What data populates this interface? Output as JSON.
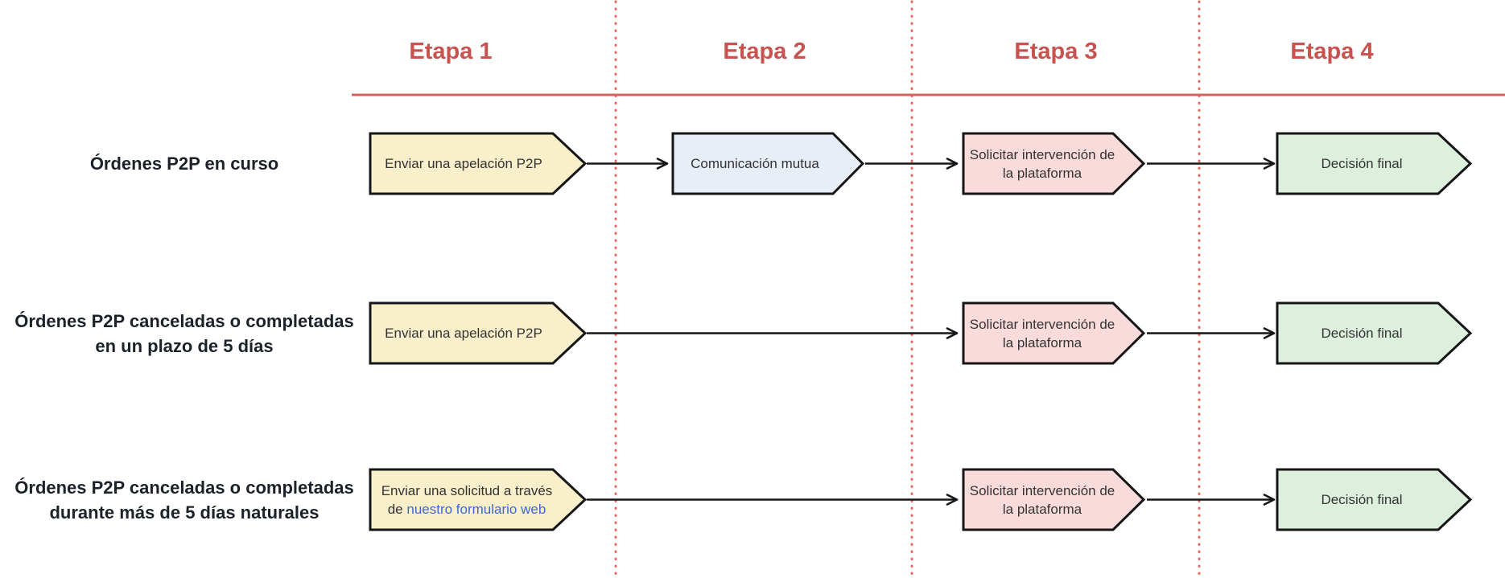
{
  "colors": {
    "background": "#ffffff",
    "stage_header_text": "#c8524e",
    "header_rule": "#d4635d",
    "column_divider_dots": "#e8685f",
    "box_border": "#161616",
    "arrow": "#161616",
    "stage1_box_fill": "#f9efcb",
    "stage2_box_fill": "#e8eef8",
    "stage3_box_fill": "#fadbdc",
    "stage4_box_fill": "#ddf0de",
    "box_text": "#333333",
    "row_label_text": "#1d212a",
    "link_text": "#3e66d8"
  },
  "header": {
    "stages": [
      "Etapa 1",
      "Etapa 2",
      "Etapa 3",
      "Etapa 4"
    ]
  },
  "rows": [
    {
      "label_lines": [
        "Órdenes P2P en curso"
      ],
      "stage1_lines": [
        "Enviar una apelación P2P"
      ],
      "stage2_lines": [
        "Comunicación mutua"
      ],
      "stage3_lines": [
        "Solicitar intervención de",
        "la plataforma"
      ],
      "stage4_lines": [
        "Decisión final"
      ]
    },
    {
      "label_lines": [
        "Órdenes P2P canceladas o completadas",
        "en un plazo de 5 días"
      ],
      "stage1_lines": [
        "Enviar una apelación P2P"
      ],
      "stage3_lines": [
        "Solicitar intervención de",
        "la plataforma"
      ],
      "stage4_lines": [
        "Decisión final"
      ]
    },
    {
      "label_lines": [
        "Órdenes P2P canceladas o completadas",
        "durante más de 5 días naturales"
      ],
      "stage1_line1": "Enviar una solicitud a través",
      "stage1_line2_prefix": "de",
      "stage1_link_text": "nuestro formulario web",
      "stage3_lines": [
        "Solicitar intervención de",
        "la plataforma"
      ],
      "stage4_lines": [
        "Decisión final"
      ]
    }
  ]
}
